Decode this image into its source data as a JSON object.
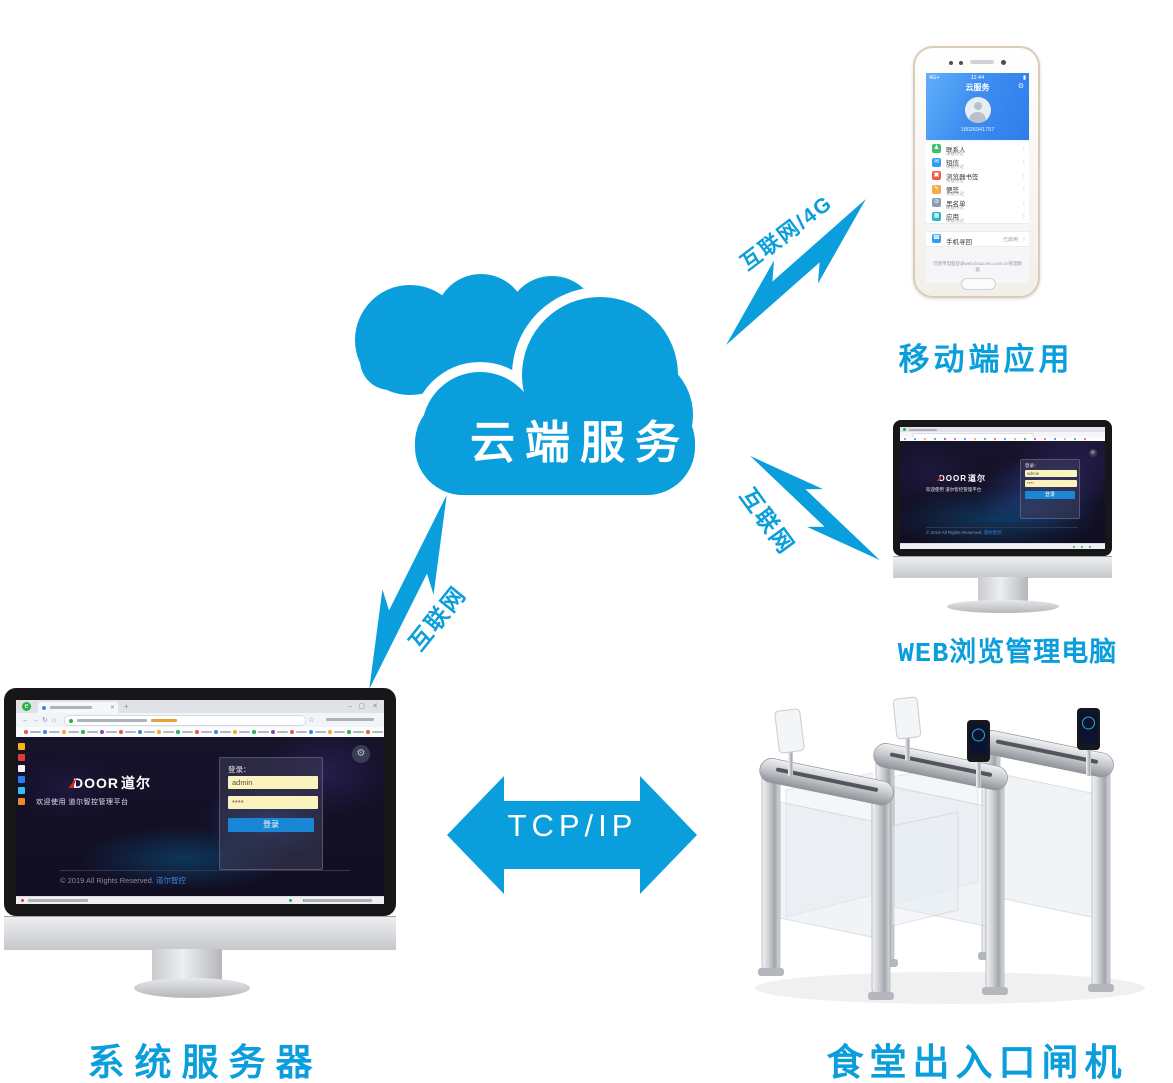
{
  "colors": {
    "accent": "#0a9edc"
  },
  "cloud": {
    "label": "云端服务"
  },
  "links": {
    "internet_4g": "互联网/4G",
    "internet_right": "互联网",
    "internet_left": "互联网",
    "tcp": "TCP/IP"
  },
  "captions": {
    "mobile": "移动端应用",
    "web_pc": "WEB浏览管理电脑",
    "server": "系统服务器",
    "gate": "食堂出入口闸机"
  },
  "phone": {
    "network": "4G+",
    "time": "11:44",
    "title": "云服务",
    "number": "18026941757",
    "rows": [
      {
        "title": "联系人",
        "subtitle": "未备份过",
        "glyph": "♟"
      },
      {
        "title": "短信",
        "subtitle": "未备份过",
        "glyph": "✉"
      },
      {
        "title": "浏览器书签",
        "subtitle": "未备份过",
        "glyph": "▣"
      },
      {
        "title": "便签",
        "subtitle": "未备份过",
        "glyph": "✎"
      },
      {
        "title": "黑名单",
        "subtitle": "未备份过",
        "glyph": "⊘"
      },
      {
        "title": "应用",
        "subtitle": "未备份过",
        "glyph": "▦"
      }
    ],
    "find_row": {
      "title": "手机寻回",
      "status": "已启用",
      "glyph": "☎"
    },
    "footer": "可使用电脑登录webcloud.vivo.com.cn管理数据"
  },
  "login": {
    "brand": "DOOR",
    "brand_cn": "道尔",
    "welcome": "欢迎使用 道尔智控管理平台",
    "label": "登录：",
    "username": "admin",
    "password": "****",
    "button": "登录",
    "copyright": "© 2019 All Rights Reserved.",
    "copyright_link": "道尔智控"
  },
  "browser": {
    "logo": "e",
    "new_tab": "+",
    "min": "‒",
    "max": "▢",
    "close": "✕"
  },
  "icons": {
    "gear": "⚙",
    "chevron": "›",
    "back": "←",
    "fwd": "→",
    "reload": "↻",
    "home": "⌂",
    "star": "☆"
  }
}
